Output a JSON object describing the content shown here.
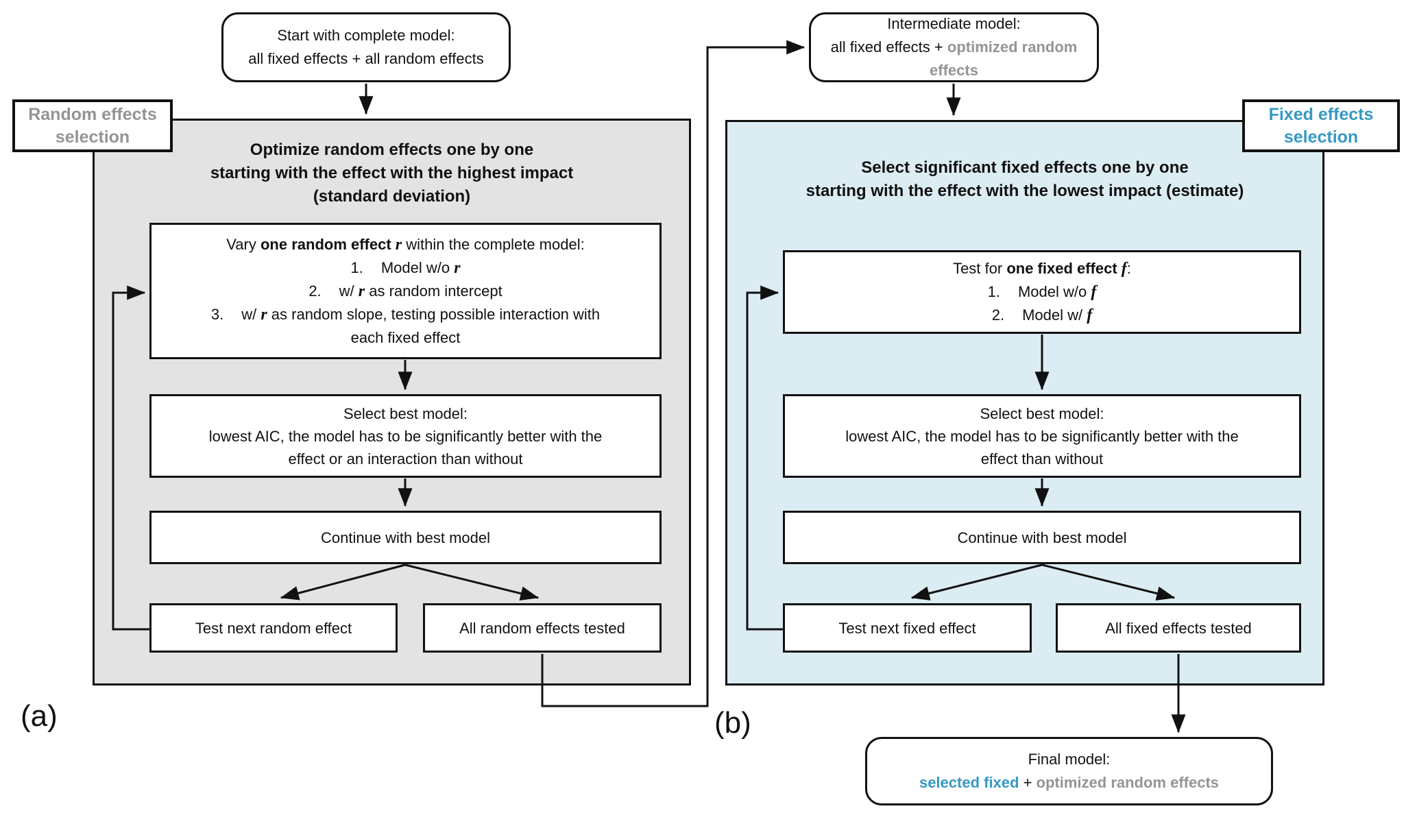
{
  "colors": {
    "panel_gray": "#e3e3e3",
    "panel_blue": "#dcecf3",
    "text_gray": "#949494",
    "text_blue": "#3699c4",
    "line_black": "#111111"
  },
  "captions": {
    "a": "(a)",
    "b": "(b)"
  },
  "start_box": {
    "line1": "Start with complete model:",
    "line2": "all fixed effects + all random effects"
  },
  "intermediate_box": {
    "line1": "Intermediate model:",
    "line2_plain": "all fixed effects + ",
    "line2_gray": "optimized random effects"
  },
  "final_box": {
    "line1": "Final model:",
    "line2_blue": "selected fixed",
    "line2_plus": " + ",
    "line2_gray": "optimized random effects"
  },
  "label_a": {
    "line1": "Random effects",
    "line2": "selection"
  },
  "label_b": {
    "line1": "Fixed effects",
    "line2": "selection"
  },
  "panel_a": {
    "heading": [
      "Optimize random effects one by one",
      "starting with the effect with the highest impact",
      "(standard deviation)"
    ],
    "box1": {
      "title": [
        {
          "t": "Vary "
        },
        {
          "t": "one random effect "
        },
        {
          "t": "r"
        },
        {
          "t": " within the complete model:"
        }
      ],
      "items": [
        {
          "num": "1.",
          "seg": [
            {
              "t": "Model w/o "
            },
            {
              "t": "r"
            }
          ]
        },
        {
          "num": "2.",
          "seg": [
            {
              "t": "w/ "
            },
            {
              "t": "r"
            },
            {
              "t": " as random intercept"
            }
          ]
        },
        {
          "num": "3.",
          "seg": [
            {
              "t": "w/ "
            },
            {
              "t": "r"
            },
            {
              "t": " as random slope, testing possible interaction with"
            }
          ]
        }
      ],
      "item3_cont": "each fixed effect"
    },
    "box2": {
      "line1": "Select best model:",
      "line2": "lowest AIC, the model has to be significantly better with the",
      "line3": "effect or an interaction than without"
    },
    "box3": "Continue with best model",
    "box4": "Test next random effect",
    "box5": "All random effects tested"
  },
  "panel_b": {
    "heading": [
      "Select significant fixed effects one by one",
      "starting with the effect with the lowest impact (estimate)"
    ],
    "box1": {
      "title": [
        {
          "t": "Test for "
        },
        {
          "t": "one fixed effect "
        },
        {
          "t": "f"
        },
        {
          "t": ":"
        }
      ],
      "items": [
        {
          "num": "1.",
          "seg": [
            {
              "t": "Model w/o "
            },
            {
              "t": "f"
            }
          ]
        },
        {
          "num": "2.",
          "seg": [
            {
              "t": "Model w/ "
            },
            {
              "t": "f"
            }
          ]
        }
      ]
    },
    "box2": {
      "line1": "Select best model:",
      "line2": "lowest AIC, the model has to be significantly better with the",
      "line3": "effect than without"
    },
    "box3": "Continue with best model",
    "box4": "Test next fixed effect",
    "box5": "All fixed effects tested"
  }
}
